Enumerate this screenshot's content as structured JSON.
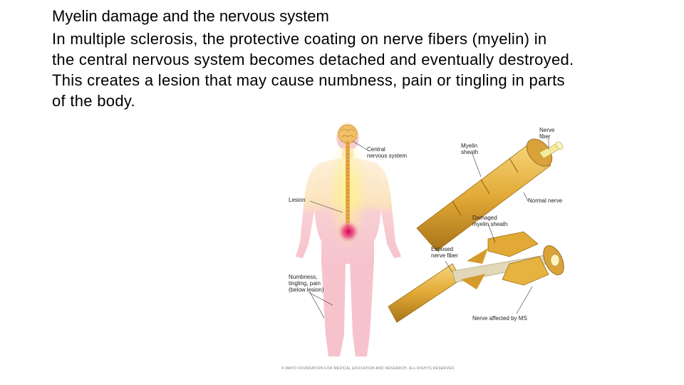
{
  "slide": {
    "title": "Myelin damage and the nervous system",
    "body_lines": [
      "In multiple sclerosis, the protective coating on nerve fibers (myelin) in",
      "the central nervous system becomes detached and eventually destroyed.",
      "This creates a lesion that may cause numbness, pain or tingling in parts",
      "of the body."
    ]
  },
  "figure": {
    "labels": {
      "central_nervous_system": [
        "Central",
        "nervous system"
      ],
      "lesion": "Lesion",
      "numbness": [
        "Numbness,",
        "tingling, pain",
        "(below lesion)"
      ],
      "nerve_fiber": [
        "Nerve",
        "fiber"
      ],
      "myelin_sheath": [
        "Myelin",
        "sheath"
      ],
      "normal_nerve": "Normal nerve",
      "damaged_myelin_sheath": [
        "Damaged",
        "myelin sheath"
      ],
      "exposed_nerve_fiber": [
        "Exposed",
        "nerve fiber"
      ],
      "nerve_affected_by_ms": "Nerve affected by MS"
    },
    "credit": "© MAYO FOUNDATION FOR MEDICAL EDUCATION AND RESEARCH. ALL RIGHTS RESERVED.",
    "colors": {
      "body_upper": "#fbe7c6",
      "body_lower": "#f6c5cf",
      "spine": "#e8a94b",
      "lesion": "#e0186c",
      "myelin": "#e7b33f",
      "myelin_dark": "#b9851c",
      "nerve_fiber": "#f4ea9c"
    }
  }
}
